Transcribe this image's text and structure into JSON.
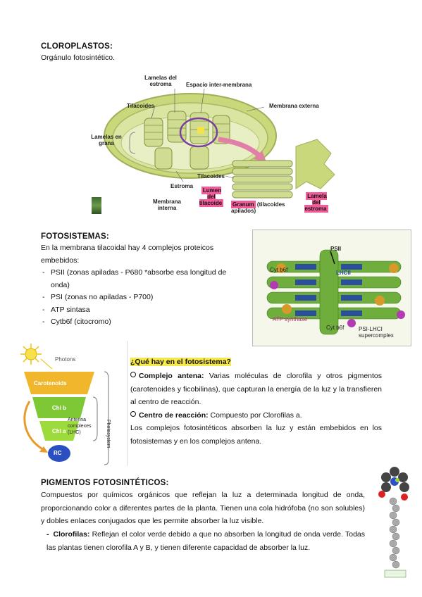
{
  "cloroplastos": {
    "title": "CLOROPLASTOS:",
    "subtitle": "Orgánulo fotosintético.",
    "labels": {
      "lamelas_estroma": "Lamelas del estroma",
      "espacio": "Espacio inter-membrana",
      "tilacoides_top": "Tilacoides",
      "membrana_externa": "Membrana externa",
      "lamelas_grana": "Lamelas en grana",
      "estroma": "Estroma",
      "membrana_interna": "Membrana interna",
      "tilacoides_bottom": "Tilacoides",
      "lumen": "Lumen del tilacoide",
      "granum": "Granum",
      "granum_note": "(tilacoides apilados)",
      "lamela_estroma": "Lamela del estroma"
    }
  },
  "fotosistemas": {
    "title": "FOTOSISTEMAS:",
    "intro": "En la membrana tilacoidal hay 4 complejos proteicos embebidos:",
    "items": [
      "PSII (zonas apiladas - P680 *absorbe esa longitud de onda)",
      "PSI (zonas no apiladas - P700)",
      "ATP sintasa",
      "Cytb6f (citocromo)"
    ],
    "diagram": {
      "psii": "PSII",
      "lhcii": "LHCII",
      "cyt_top": "Cyt b6f",
      "cyt_bottom": "Cyt b6f",
      "atp": "ATP synthase",
      "psi": "PSI-LHCI supercomplex"
    }
  },
  "antenna": {
    "photons": "Photons",
    "carotenoids": "Carotenoids",
    "chl_b": "Chl b",
    "chl_a": "Chl a",
    "rc": "RC",
    "antenna_label": "Antenna complexes (LHC)",
    "photosystem": "Photosystem"
  },
  "que_hay": {
    "title": "¿Qué hay en el fotosistema?",
    "antena_term": "Complejo antena:",
    "antena_text": "Varias moléculas de clorofila y otros pigmentos (carotenoides y ficobilinas), que capturan la energía de la luz y la transfieren al centro de reacción.",
    "centro_term": "Centro de reacción:",
    "centro_text": "Compuesto por Clorofilas a.",
    "closing": "Los complejos fotosintéticos absorben la luz y están embebidos en los fotosistemas y en los complejos antena."
  },
  "pigmentos": {
    "title": "PIGMENTOS FOTOSINTÉTICOS:",
    "text": "Compuestos por químicos orgánicos que reflejan la luz a determinada longitud de onda, proporcionando color a diferentes partes de la planta. Tienen una cola hidrófoba (no son solubles) y dobles enlaces conjugados que les permite absorber la luz visible.",
    "clorofilas_term": "Clorofilas:",
    "clorofilas_text": "Reflejan el color verde debido a que no absorben la longitud de onda verde. Todas las plantas tienen clorofila A y B, y tienen diferente capacidad de absorber la luz."
  }
}
